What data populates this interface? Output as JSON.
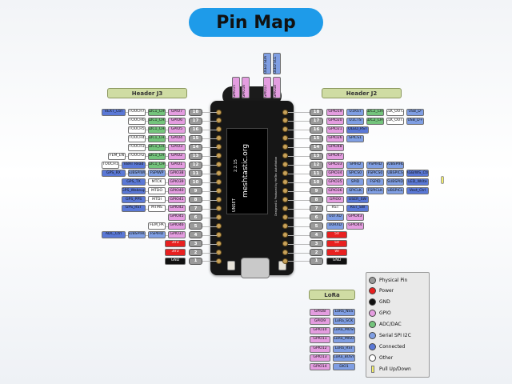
{
  "title": "Pin Map",
  "header_j3": "Header J3",
  "header_j2": "Header J2",
  "lora_title": "LoRa",
  "board_text": {
    "brand": "meshtastic.org",
    "version": "2.2.15",
    "unset": "UNSET",
    "credit": "Designed & Produced by HelTec AutoMation"
  },
  "colors": {
    "physical_pin": "#9a9a9a",
    "power": "#e82020",
    "gnd": "#111111",
    "gpio": "#e49de0",
    "adc_dac": "#74c47c",
    "serial": "#7f9ee3",
    "connected": "#5a78d6",
    "other": "#ffffff",
    "pull": "#f5f06a"
  },
  "top_pins": [
    {
      "label": "GPIO15",
      "color": "gpio"
    },
    {
      "label": "GPIO16",
      "color": "gpio"
    },
    {
      "label": "GPIO17",
      "color": "gpio"
    },
    {
      "label": "GPIO18",
      "color": "gpio"
    },
    {
      "label": "OLED SDA",
      "color": "serial"
    },
    {
      "label": "OLED SCL",
      "color": "serial"
    }
  ],
  "j3": [
    {
      "pin": "18",
      "cells": [
        {
          "t": "VEXT_Ctrl",
          "c": "connected"
        },
        {
          "t": "TOUCH7",
          "c": "other"
        },
        {
          "t": "ADC1_CH6",
          "c": "adc_dac"
        },
        {
          "t": "GPIO7",
          "c": "gpio"
        }
      ]
    },
    {
      "pin": "17",
      "cells": [
        {
          "t": "TOUCH6",
          "c": "other"
        },
        {
          "t": "ADC1_CH5",
          "c": "adc_dac"
        },
        {
          "t": "GPIO6",
          "c": "gpio"
        }
      ]
    },
    {
      "pin": "16",
      "cells": [
        {
          "t": "TOUCH5",
          "c": "other"
        },
        {
          "t": "ADC1_CH4",
          "c": "adc_dac"
        },
        {
          "t": "GPIO5",
          "c": "gpio"
        }
      ]
    },
    {
      "pin": "15",
      "cells": [
        {
          "t": "TOUCH4",
          "c": "other"
        },
        {
          "t": "ADC1_CH3",
          "c": "adc_dac"
        },
        {
          "t": "GPIO4",
          "c": "gpio"
        }
      ]
    },
    {
      "pin": "14",
      "cells": [
        {
          "t": "TOUCH3",
          "c": "other"
        },
        {
          "t": "ADC1_CH2",
          "c": "adc_dac"
        },
        {
          "t": "GPIO3",
          "c": "gpio"
        }
      ]
    },
    {
      "pin": "13",
      "cells": [
        {
          "t": "FEM_EN",
          "c": "other"
        },
        {
          "t": "TOUCH2",
          "c": "other"
        },
        {
          "t": "ADC1_CH1",
          "c": "adc_dac"
        },
        {
          "t": "GPIO2",
          "c": "gpio"
        }
      ]
    },
    {
      "pin": "12",
      "cells": [
        {
          "t": "TOUCH1",
          "c": "other"
        },
        {
          "t": "VBAT Read",
          "c": "connected"
        },
        {
          "t": "ADC1_CH0",
          "c": "adc_dac"
        },
        {
          "t": "GPIO1",
          "c": "gpio"
        }
      ]
    },
    {
      "pin": "11",
      "cells": [
        {
          "t": "GPS_RX",
          "c": "connected"
        },
        {
          "t": "SUBSPIWP",
          "c": "serial"
        },
        {
          "t": "FSPIWP",
          "c": "serial"
        },
        {
          "t": "GPIO38",
          "c": "gpio"
        }
      ]
    },
    {
      "pin": "10",
      "cells": [
        {
          "t": "GPS_TX",
          "c": "connected"
        },
        {
          "t": "MTCK",
          "c": "other"
        },
        {
          "t": "GPIO39",
          "c": "gpio"
        }
      ]
    },
    {
      "pin": "9",
      "cells": [
        {
          "t": "GPS_Wakeup",
          "c": "connected"
        },
        {
          "t": "MTDO",
          "c": "other"
        },
        {
          "t": "GPIO40",
          "c": "gpio"
        }
      ]
    },
    {
      "pin": "8",
      "cells": [
        {
          "t": "GPS_PPS",
          "c": "connected"
        },
        {
          "t": "MTDI",
          "c": "other"
        },
        {
          "t": "GPIO41",
          "c": "gpio"
        }
      ]
    },
    {
      "pin": "7",
      "cells": [
        {
          "t": "GPS_RST",
          "c": "connected"
        },
        {
          "t": "MTMS",
          "c": "other"
        },
        {
          "t": "GPIO42",
          "c": "gpio"
        }
      ]
    },
    {
      "pin": "6",
      "cells": [
        {
          "t": "GPIO45",
          "c": "gpio"
        }
      ]
    },
    {
      "pin": "5",
      "cells": [
        {
          "t": "FEM_PA",
          "c": "other"
        },
        {
          "t": "GPIO46",
          "c": "gpio"
        }
      ]
    },
    {
      "pin": "4",
      "cells": [
        {
          "t": "ADC_Ctrl",
          "c": "connected"
        },
        {
          "t": "SUBSPIHD",
          "c": "serial"
        },
        {
          "t": "FSPIHD",
          "c": "serial"
        },
        {
          "t": "GPIO37",
          "c": "gpio"
        }
      ]
    },
    {
      "pin": "3",
      "cells": [
        {
          "t": "3V3",
          "c": "power"
        }
      ]
    },
    {
      "pin": "2",
      "cells": [
        {
          "t": "3V3",
          "c": "power"
        }
      ]
    },
    {
      "pin": "1",
      "cells": [
        {
          "t": "GND",
          "c": "gnd"
        }
      ]
    }
  ],
  "j2": [
    {
      "pin": "18",
      "cells": [
        {
          "t": "GPIO19",
          "c": "gpio"
        },
        {
          "t": "U1RST",
          "c": "serial"
        },
        {
          "t": "ADC2_CH8",
          "c": "adc_dac"
        },
        {
          "t": "CLK_OUT2",
          "c": "other"
        },
        {
          "t": "USB_D-",
          "c": "serial"
        }
      ]
    },
    {
      "pin": "17",
      "cells": [
        {
          "t": "GPIO20",
          "c": "gpio"
        },
        {
          "t": "U1CTS",
          "c": "serial"
        },
        {
          "t": "ADC2_CH9",
          "c": "adc_dac"
        },
        {
          "t": "CLK_OUT1",
          "c": "other"
        },
        {
          "t": "USB_D+",
          "c": "serial"
        }
      ]
    },
    {
      "pin": "16",
      "cells": [
        {
          "t": "GPIO21",
          "c": "gpio"
        },
        {
          "t": "OLED_RST",
          "c": "connected"
        }
      ]
    },
    {
      "pin": "15",
      "cells": [
        {
          "t": "GPIO26",
          "c": "gpio"
        },
        {
          "t": "SPICS1",
          "c": "serial"
        }
      ]
    },
    {
      "pin": "14",
      "cells": [
        {
          "t": "GPIO48",
          "c": "gpio"
        }
      ]
    },
    {
      "pin": "13",
      "cells": [
        {
          "t": "GPIO47",
          "c": "gpio"
        }
      ]
    },
    {
      "pin": "12",
      "cells": [
        {
          "t": "GPIO33",
          "c": "gpio"
        },
        {
          "t": "SPIHD",
          "c": "serial"
        },
        {
          "t": "FSPIHD",
          "c": "serial"
        },
        {
          "t": "SUBSPIHD",
          "c": "serial"
        }
      ]
    },
    {
      "pin": "11",
      "cells": [
        {
          "t": "GPIO34",
          "c": "gpio"
        },
        {
          "t": "SPICS0",
          "c": "serial"
        },
        {
          "t": "FSPICS0",
          "c": "serial"
        },
        {
          "t": "SUBSPICS0",
          "c": "serial"
        },
        {
          "t": "RGB/WS_Ctrl",
          "c": "connected"
        }
      ]
    },
    {
      "pin": "10",
      "cells": [
        {
          "t": "GPIO35",
          "c": "gpio"
        },
        {
          "t": "SPID",
          "c": "serial"
        },
        {
          "t": "FSPID",
          "c": "serial"
        },
        {
          "t": "SUBSPID",
          "c": "serial"
        },
        {
          "t": "LED_Write",
          "c": "connected"
        }
      ]
    },
    {
      "pin": "9",
      "cells": [
        {
          "t": "GPIO36",
          "c": "gpio"
        },
        {
          "t": "SPICLK",
          "c": "serial"
        },
        {
          "t": "FSPICLK",
          "c": "serial"
        },
        {
          "t": "SUBSPICLK",
          "c": "serial"
        },
        {
          "t": "Vext_Ctrl",
          "c": "connected"
        }
      ]
    },
    {
      "pin": "8",
      "cells": [
        {
          "t": "GPIO0",
          "c": "gpio"
        },
        {
          "t": "USER_SW",
          "c": "connected"
        }
      ]
    },
    {
      "pin": "7",
      "cells": [
        {
          "t": "RST",
          "c": "other"
        },
        {
          "t": "RST_SW",
          "c": "connected"
        }
      ]
    },
    {
      "pin": "6",
      "cells": [
        {
          "t": "U0TXD",
          "c": "serial"
        },
        {
          "t": "GPIO43",
          "c": "gpio"
        }
      ]
    },
    {
      "pin": "5",
      "cells": [
        {
          "t": "U0RXD",
          "c": "serial"
        },
        {
          "t": "GPIO44",
          "c": "gpio"
        }
      ]
    },
    {
      "pin": "4",
      "cells": [
        {
          "t": "5V",
          "c": "power"
        }
      ]
    },
    {
      "pin": "3",
      "cells": [
        {
          "t": "5V",
          "c": "power"
        }
      ]
    },
    {
      "pin": "2",
      "cells": [
        {
          "t": "Ve",
          "c": "power"
        }
      ]
    },
    {
      "pin": "1",
      "cells": [
        {
          "t": "GND",
          "c": "gnd"
        }
      ]
    }
  ],
  "lora": [
    {
      "gpio": "GPIO8",
      "fn": "LoRa_NSS"
    },
    {
      "gpio": "GPIO9",
      "fn": "LoRa_SCK"
    },
    {
      "gpio": "GPIO10",
      "fn": "LoRa_MOSI"
    },
    {
      "gpio": "GPIO11",
      "fn": "LoRa_MISO"
    },
    {
      "gpio": "GPIO12",
      "fn": "LoRa_RST"
    },
    {
      "gpio": "GPIO13",
      "fn": "LoRa_BUSY"
    },
    {
      "gpio": "GPIO14",
      "fn": "DIO1"
    }
  ],
  "legend": [
    {
      "label": "Physical Pin",
      "color": "physical_pin",
      "shape": "circle"
    },
    {
      "label": "Power",
      "color": "power",
      "shape": "circle"
    },
    {
      "label": "GND",
      "color": "gnd",
      "shape": "circle"
    },
    {
      "label": "GPIO",
      "color": "gpio",
      "shape": "circle"
    },
    {
      "label": "ADC/DAC",
      "color": "adc_dac",
      "shape": "circle"
    },
    {
      "label": "Serial SPI I2C",
      "color": "serial",
      "shape": "circle"
    },
    {
      "label": "Connected",
      "color": "connected",
      "shape": "circle"
    },
    {
      "label": "Other",
      "color": "other",
      "shape": "circle"
    },
    {
      "label": "Pull Up/Down",
      "color": "pull",
      "shape": "bar"
    }
  ]
}
